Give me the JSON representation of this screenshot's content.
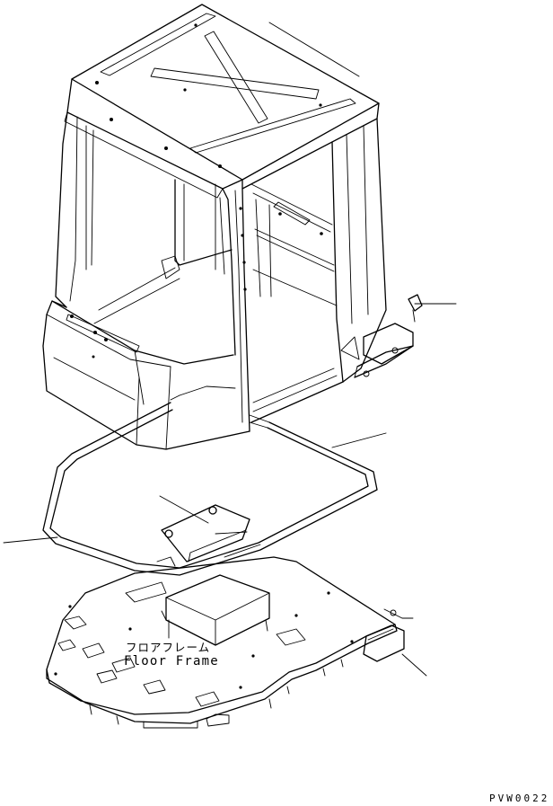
{
  "diagram": {
    "floor_frame_label_jp": "フロアフレーム",
    "floor_frame_label_en": "Floor Frame",
    "drawing_code": "PVW0022"
  }
}
